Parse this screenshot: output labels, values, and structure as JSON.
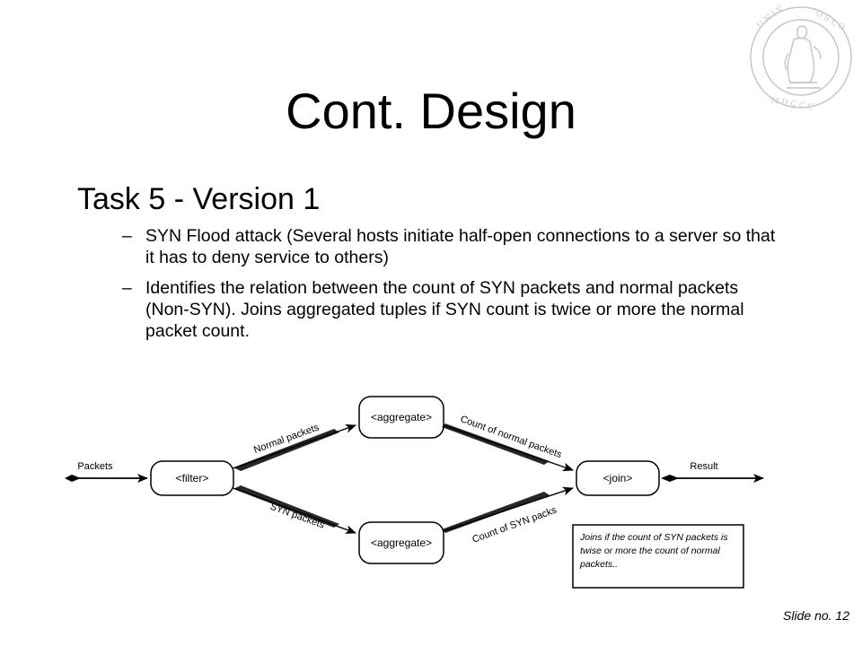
{
  "slide": {
    "title": "Cont. Design",
    "heading": "Task 5 - Version 1",
    "bullets": [
      "SYN Flood attack (Several hosts initiate half-open connections to a server so that it has to deny service to others)",
      "Identifies the relation between the count of SYN packets and normal packets (Non-SYN). Joins aggregated tuples if SYN count is twice or more the normal packet count."
    ],
    "bullet_marker": "–",
    "footer": "Slide no. 12",
    "logo_icon": "university-seal-icon"
  },
  "diagram": {
    "nodes": {
      "filter": "<filter>",
      "aggregate_top": "<aggregate>",
      "aggregate_bottom": "<aggregate>",
      "join": "<join>"
    },
    "edges": {
      "packets": "Packets",
      "normal_packets": "Normal packets",
      "syn_packets": "SYN packets",
      "count_normal": "Count of normal packets",
      "count_syn": "Count of SYN packs",
      "result": "Result"
    },
    "note": {
      "line1": "Joins if the count of SYN packets is",
      "line2": "twise or more the count of normal",
      "line3": "packets.."
    }
  }
}
